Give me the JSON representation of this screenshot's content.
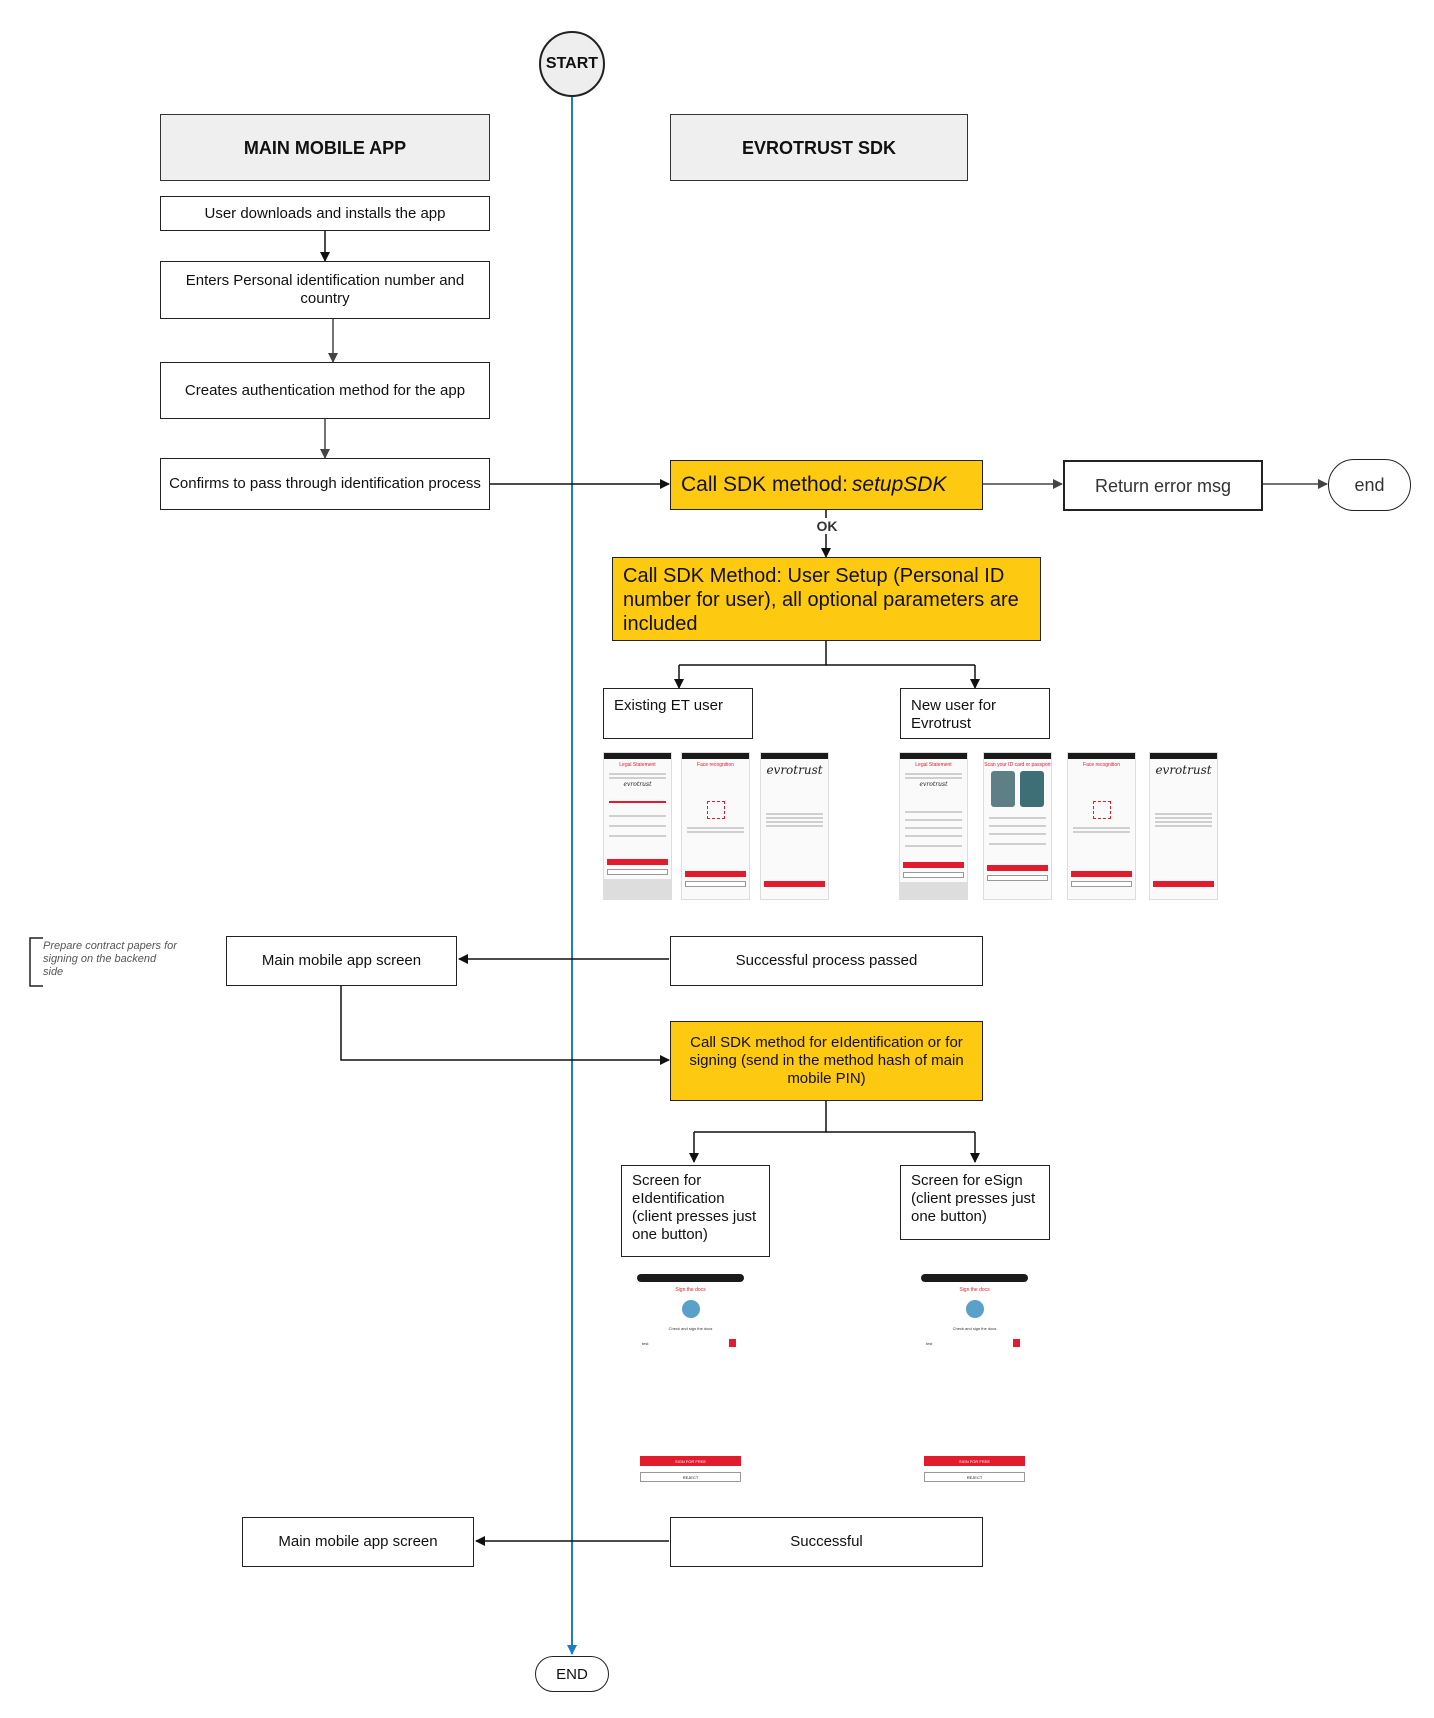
{
  "start": "START",
  "end_terminal": "END",
  "headers": {
    "main_app": "MAIN MOBILE APP",
    "sdk": "EVROTRUST SDK"
  },
  "main_steps": {
    "download": "User downloads and installs the app",
    "enter_pin": "Enters Personal identification number and country",
    "auth": "Creates authentication method for the app",
    "confirm": "Confirms to pass through identification process"
  },
  "sdk_steps": {
    "setup": "Call SDK method: ",
    "setup_method": "setupSDK",
    "ok_label": "OK",
    "error": "Return error msg",
    "end_small": "end",
    "user_setup": "Call SDK Method: User Setup (Personal ID number for user), all optional parameters are included",
    "existing_user": "Existing ET user",
    "new_user": "New user for Evrotrust",
    "success_process": "Successful process passed",
    "eid_call": "Call SDK method for eIdentification or for signing (send in the method hash of main mobile PIN)",
    "screen_eid": "Screen for eIdentification (client presses just one button)",
    "screen_esign": "Screen for eSign (client presses just one button)",
    "successful": "Successful"
  },
  "main_screen_1": "Main mobile app screen",
  "main_screen_2": "Main mobile app screen",
  "note": "Prepare contract papers for signing on the backend side",
  "phones": {
    "legal_title": "Legal Statement",
    "face_title": "Face recognition",
    "scan_title": "Scan your ID card or passport",
    "logo": "evrotrust",
    "sign_title": "Sign the docs",
    "sign_sub": "Check and sign the docs",
    "doc_name": "test",
    "sign_btn": "SIGN FOR FREE",
    "reject_btn": "REJECT"
  },
  "colors": {
    "highlight": "#fdc911",
    "header_fill": "#efefef",
    "timeline": "#1f7dc4",
    "phone_accent": "#e21b2d"
  }
}
